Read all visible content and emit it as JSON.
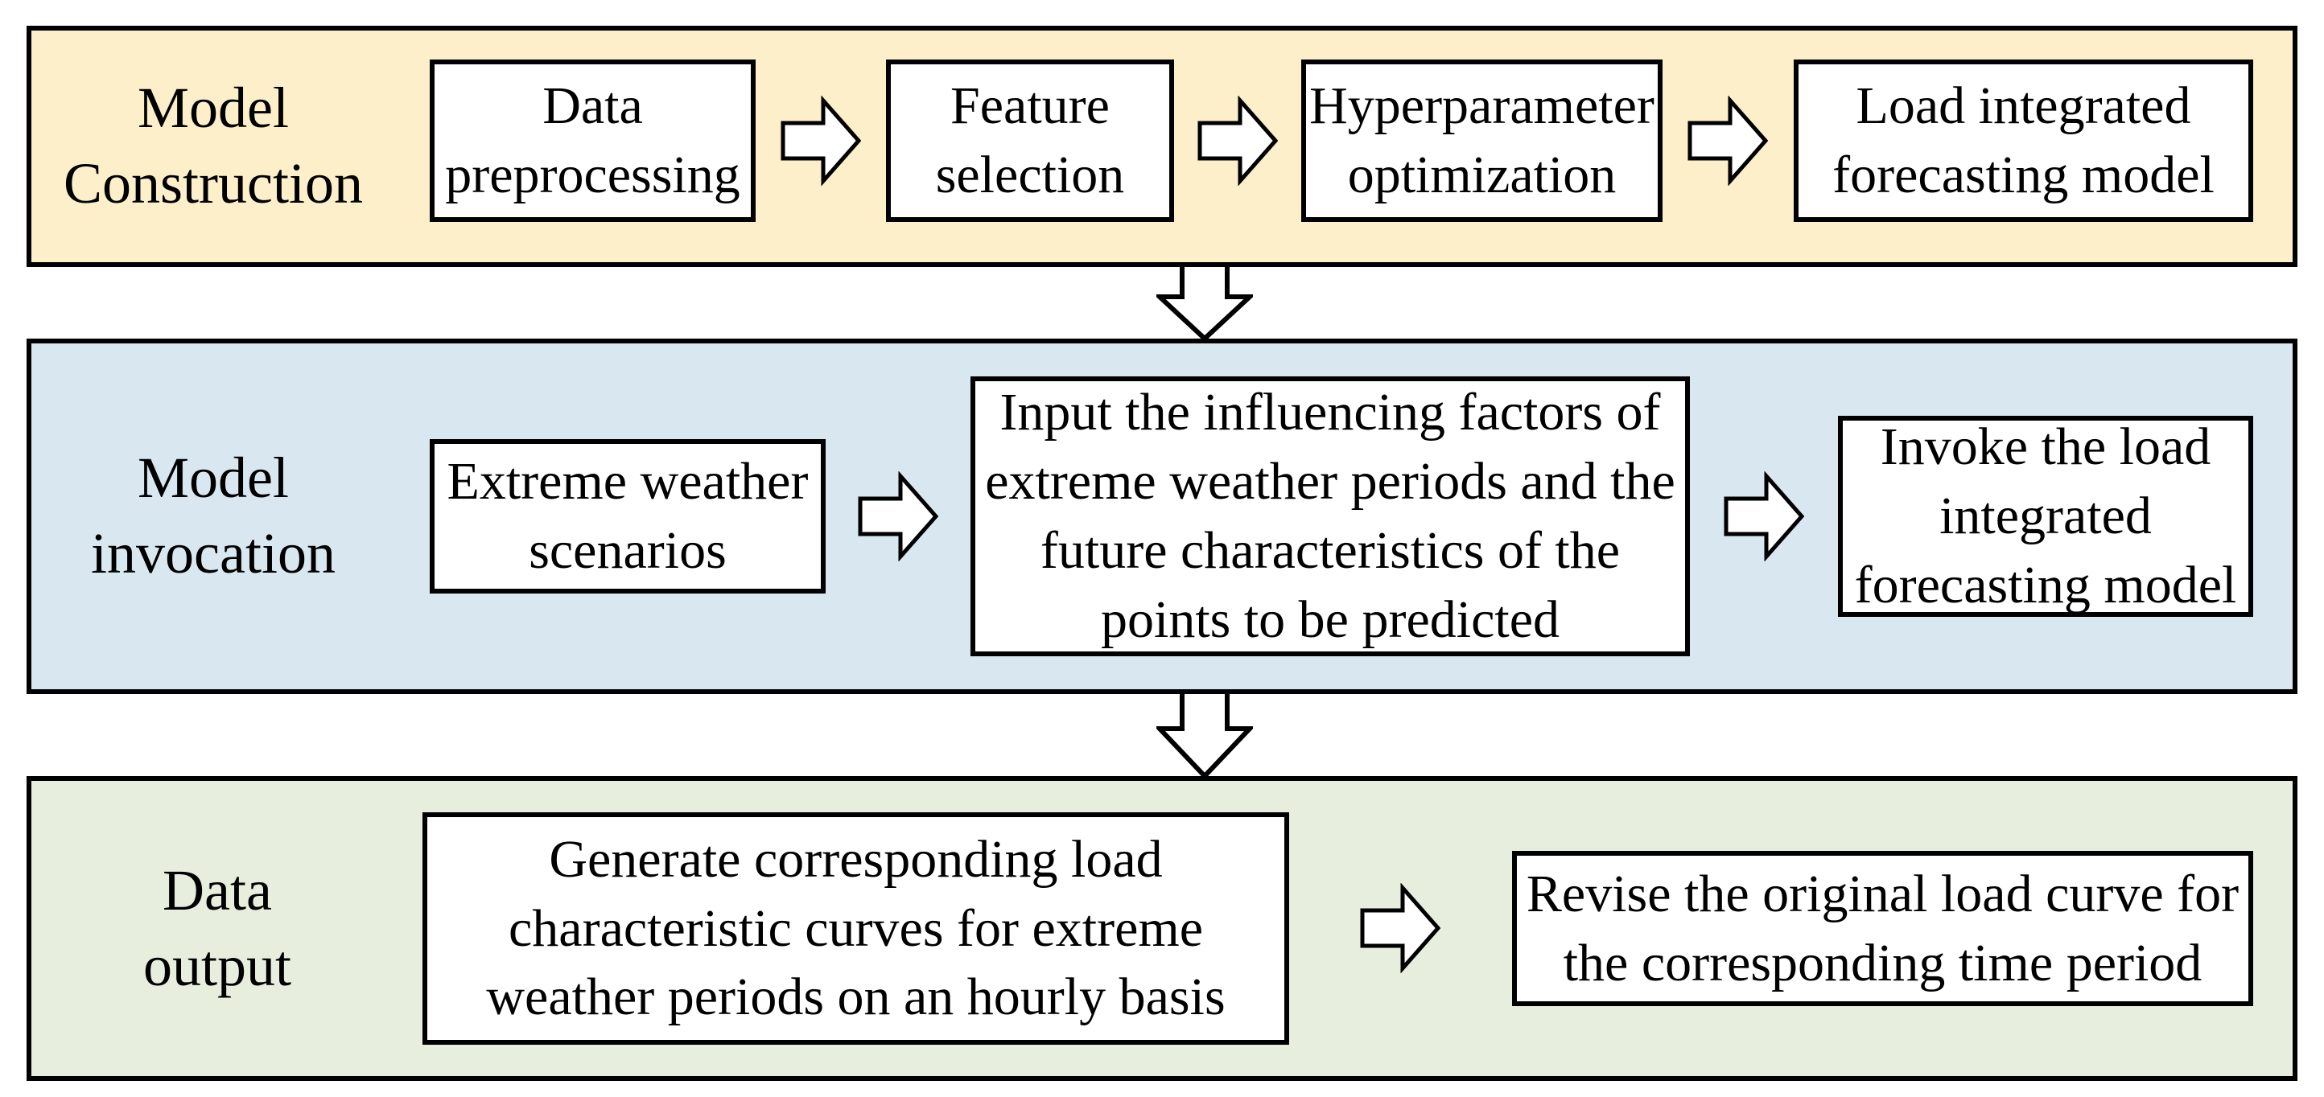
{
  "figure": {
    "bands": [
      {
        "label": "Model Construction",
        "bg": "#FCEFC9",
        "boxes": [
          "Data preprocessing",
          "Feature selection",
          "Hyperparameter optimization",
          "Load integrated forecasting model"
        ]
      },
      {
        "label": "Model invocation",
        "bg": "#D9E8F0",
        "boxes": [
          "Extreme weather scenarios",
          "Input the influencing factors of extreme weather periods and the future characteristics of the points to be predicted",
          "Invoke the load integrated forecasting model"
        ]
      },
      {
        "label": "Data output",
        "bg": "#E7EEDE",
        "boxes": [
          "Generate corresponding load characteristic curves for extreme weather periods on an hourly basis",
          "Revise the original load curve for the corresponding time period"
        ]
      }
    ],
    "colors": {
      "border": "#000000",
      "box_bg": "#FFFFFF",
      "page_bg": "#FFFFFF",
      "arrow_fill": "#FFFFFF",
      "arrow_stroke": "#000000"
    }
  }
}
